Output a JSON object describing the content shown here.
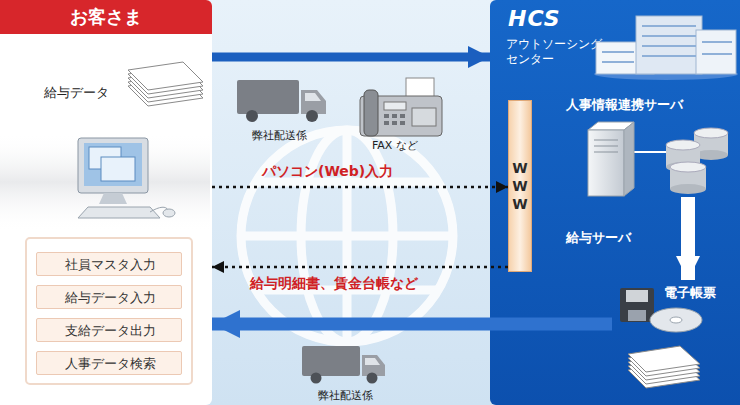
{
  "diagram": {
    "nodes": [
      {
        "text": [
          "お客さま"
        ]
      },
      {
        "text": [
          "社員マスタ入力"
        ],
        "in": 0
      },
      {
        "text": [
          "給与データ入力"
        ],
        "in": 0
      },
      {
        "text": [
          "支給データ出力"
        ],
        "in": 0
      },
      {
        "text": [
          "人事データ検索"
        ],
        "in": 0
      },
      {
        "text": [
          "HCS",
          "アウトソーシング センター"
        ]
      },
      {
        "text": [
          "WWW"
        ],
        "in": 5
      },
      {
        "text": [
          "人事情報連携サーバ"
        ],
        "in": 5
      },
      {
        "text": [
          "給与サーバ"
        ],
        "in": 5
      },
      {
        "text": [
          "電子帳票"
        ],
        "in": 5
      }
    ],
    "edges": [
      {
        "from": 0,
        "to": 5,
        "arrow": "to"
      },
      {
        "from": 0,
        "to": 6,
        "label": "パソコン(Web)入力",
        "arrow": "to"
      },
      {
        "from": 6,
        "to": 0,
        "label": "給与明細書、賃金台帳など",
        "arrow": "to"
      },
      {
        "from": 9,
        "to": 0,
        "arrow": "to"
      },
      {
        "from": 7,
        "to": 9,
        "arrow": "to"
      }
    ],
    "labels": [
      "給与データ",
      "弊社配送係",
      "FAX など",
      "弊社配送係"
    ]
  }
}
